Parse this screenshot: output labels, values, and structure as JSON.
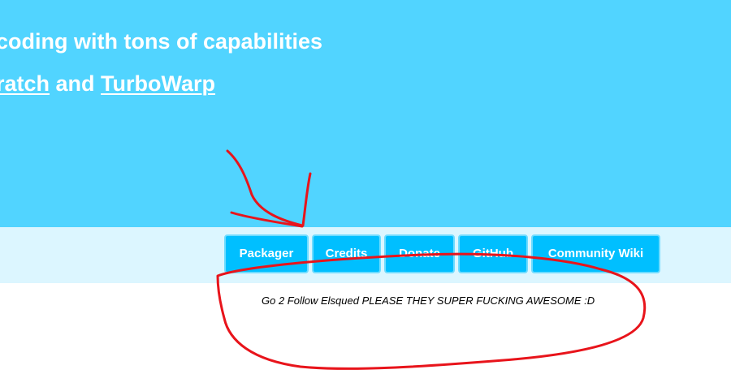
{
  "hero": {
    "line1": "coding with tons of capabilities",
    "line2_link1": "ratch",
    "line2_and": " and ",
    "line2_link2": "TurboWarp"
  },
  "buttons": [
    {
      "label": "Packager"
    },
    {
      "label": "Credits"
    },
    {
      "label": "Donate"
    },
    {
      "label": "GitHub"
    },
    {
      "label": "Community Wiki"
    }
  ],
  "footer": {
    "note": "Go 2 Follow Elsqued PLEASE THEY SUPER FUCKING AWESOME :D"
  },
  "colors": {
    "hero_bg": "#51d4ff",
    "button_bar_bg": "#dcf6ff",
    "button_bg": "#00bfff",
    "annotation_red": "#e8141b"
  }
}
